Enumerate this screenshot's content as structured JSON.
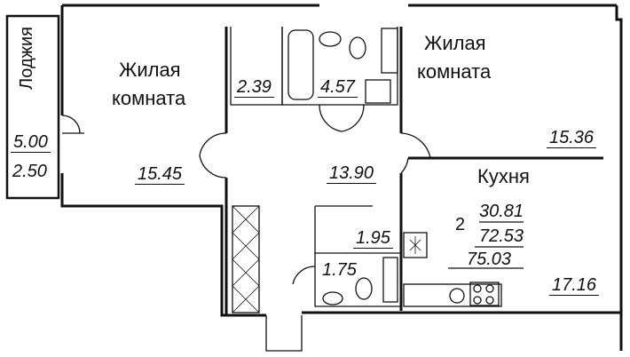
{
  "rooms": {
    "loggia": {
      "name": "Лоджия",
      "area_a": "5.00",
      "area_b": "2.50"
    },
    "living1": {
      "name_l1": "Жилая",
      "name_l2": "комната",
      "area": "15.45"
    },
    "storage": {
      "area": "2.39"
    },
    "bathroom": {
      "area": "4.57"
    },
    "living2": {
      "name_l1": "Жилая",
      "name_l2": "комната",
      "area": "15.36"
    },
    "hall": {
      "area": "13.90"
    },
    "corridor": {
      "area": "1.95"
    },
    "wc": {
      "area": "1.75"
    },
    "kitchen": {
      "name": "Кухня",
      "area": "17.16"
    }
  },
  "summary": {
    "rooms_count": "2",
    "living_area": "30.81",
    "total_area": "72.53",
    "total_with_loggia": "75.03"
  }
}
